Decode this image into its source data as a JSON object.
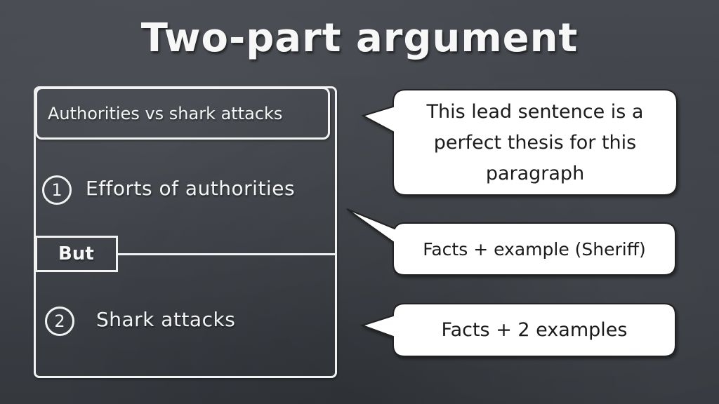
{
  "slide": {
    "title": "Two-part argument"
  },
  "outline": {
    "lead": "Authorities vs shark attacks",
    "part1": {
      "number": "1",
      "label": "Efforts of authorities"
    },
    "connector": "But",
    "part2": {
      "number": "2",
      "label": "Shark attacks"
    }
  },
  "callouts": {
    "thesis": {
      "line1": "This lead sentence is a",
      "line2": "perfect thesis for this",
      "line3": "paragraph"
    },
    "part1_note": "Facts + example (Sheriff)",
    "part2_note": "Facts + 2 examples"
  },
  "colors": {
    "chalkboard": "#3f4349",
    "chalk": "#f2f2f2",
    "bubble_fill": "#ffffff",
    "bubble_text": "#1b1b1b"
  }
}
